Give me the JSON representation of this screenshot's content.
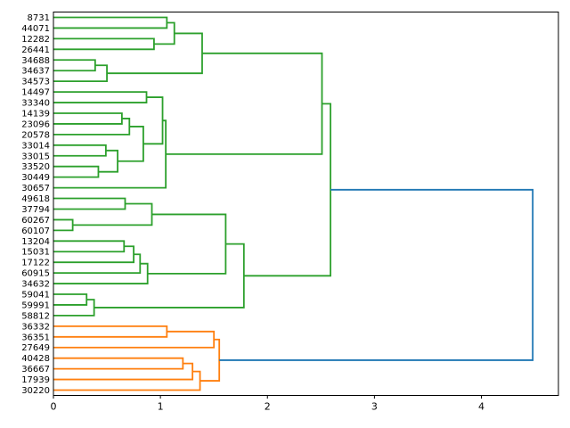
{
  "chart_data": {
    "type": "dendrogram",
    "title": "",
    "xlabel": "",
    "ylabel": "",
    "orientation": "leaves-left-root-right",
    "grid": false,
    "legend": null,
    "x_ticks": [
      0,
      1,
      2,
      3,
      4
    ],
    "xlim": [
      0,
      4.72
    ],
    "colors": {
      "cluster_upper": "#2ca02c",
      "cluster_lower": "#ff7f0e",
      "root_link": "#1f77b4",
      "axis": "#000000",
      "background": "#ffffff"
    },
    "leaf_labels": [
      "8731",
      "44071",
      "12282",
      "26441",
      "34688",
      "34637",
      "34573",
      "14497",
      "33340",
      "14139",
      "23096",
      "20578",
      "33014",
      "33015",
      "33520",
      "30449",
      "30657",
      "49618",
      "37794",
      "60267",
      "60107",
      "13204",
      "15031",
      "17122",
      "60915",
      "34632",
      "59041",
      "59991",
      "58812",
      "36332",
      "36351",
      "27649",
      "40428",
      "36667",
      "17939",
      "30220"
    ],
    "tree": {
      "color": "#1f77b4",
      "d": 4.48,
      "c": [
        {
          "color": "#2ca02c",
          "d": 2.59,
          "c": [
            {
              "d": 2.51,
              "c": [
                {
                  "d": 1.39,
                  "c": [
                    {
                      "d": 1.13,
                      "c": [
                        {
                          "d": 1.06,
                          "c": [
                            "8731",
                            "44071"
                          ]
                        },
                        {
                          "d": 0.94,
                          "c": [
                            "12282",
                            "26441"
                          ]
                        }
                      ]
                    },
                    {
                      "d": 0.5,
                      "c": [
                        {
                          "d": 0.39,
                          "c": [
                            "34688",
                            "34637"
                          ]
                        },
                        "34573"
                      ]
                    }
                  ]
                },
                {
                  "d": 1.05,
                  "c": [
                    {
                      "d": 1.02,
                      "c": [
                        {
                          "d": 0.87,
                          "c": [
                            "14497",
                            "33340"
                          ]
                        },
                        {
                          "d": 0.84,
                          "c": [
                            {
                              "d": 0.71,
                              "c": [
                                {
                                  "d": 0.64,
                                  "c": [
                                    "14139",
                                    "23096"
                                  ]
                                },
                                "20578"
                              ]
                            },
                            {
                              "d": 0.6,
                              "c": [
                                {
                                  "d": 0.49,
                                  "c": [
                                    "33014",
                                    "33015"
                                  ]
                                },
                                {
                                  "d": 0.42,
                                  "c": [
                                    "33520",
                                    "30449"
                                  ]
                                }
                              ]
                            }
                          ]
                        }
                      ]
                    },
                    "30657"
                  ]
                }
              ]
            },
            {
              "d": 1.78,
              "c": [
                {
                  "d": 1.61,
                  "c": [
                    {
                      "d": 0.92,
                      "c": [
                        {
                          "d": 0.67,
                          "c": [
                            "49618",
                            "37794"
                          ]
                        },
                        {
                          "d": 0.18,
                          "c": [
                            "60267",
                            "60107"
                          ]
                        }
                      ]
                    },
                    {
                      "d": 0.88,
                      "c": [
                        {
                          "d": 0.81,
                          "c": [
                            {
                              "d": 0.75,
                              "c": [
                                {
                                  "d": 0.66,
                                  "c": [
                                    "13204",
                                    "15031"
                                  ]
                                },
                                "17122"
                              ]
                            },
                            "60915"
                          ]
                        },
                        "34632"
                      ]
                    }
                  ]
                },
                {
                  "d": 0.38,
                  "c": [
                    {
                      "d": 0.31,
                      "c": [
                        "59041",
                        "59991"
                      ]
                    },
                    "58812"
                  ]
                }
              ]
            }
          ]
        },
        {
          "color": "#ff7f0e",
          "d": 1.55,
          "c": [
            {
              "d": 1.5,
              "c": [
                {
                  "d": 1.06,
                  "c": [
                    "36332",
                    "36351"
                  ]
                },
                "27649"
              ]
            },
            {
              "d": 1.37,
              "c": [
                {
                  "d": 1.3,
                  "c": [
                    {
                      "d": 1.21,
                      "c": [
                        "40428",
                        "36667"
                      ]
                    },
                    "17939"
                  ]
                },
                "30220"
              ]
            }
          ]
        }
      ]
    }
  }
}
